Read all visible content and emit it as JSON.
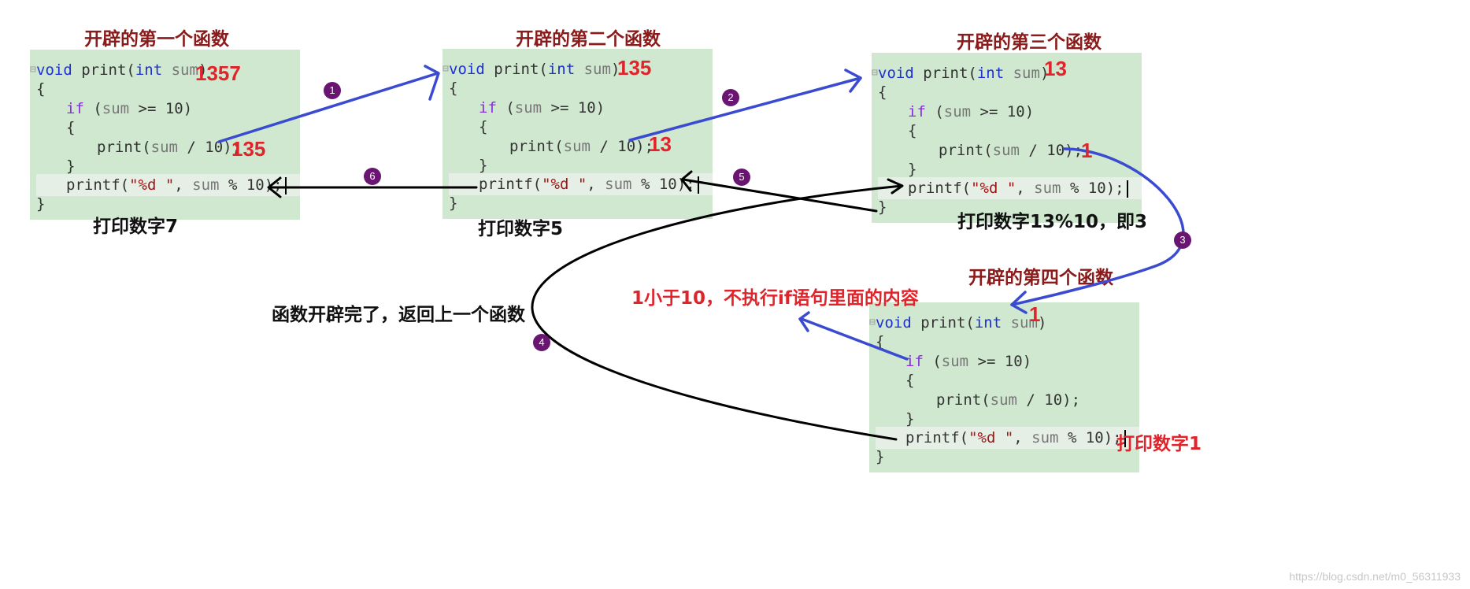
{
  "frames": [
    {
      "title": "开辟的第一个函数",
      "param_value": "1357",
      "inner_value": "135",
      "result_label": "打印数字7"
    },
    {
      "title": "开辟的第二个函数",
      "param_value": "135",
      "inner_value": "13",
      "result_label": "打印数字5"
    },
    {
      "title": "开辟的第三个函数",
      "param_value": "13",
      "inner_value": "1",
      "result_label": "打印数字13%10，即3"
    },
    {
      "title": "开辟的第四个函数",
      "param_value": "1",
      "result_label": "打印数字1"
    }
  ],
  "code": {
    "sig_void": "void",
    "sig_func": " print(",
    "sig_int": "int",
    "sig_param": " sum",
    "sig_close": ")",
    "open_brace": "{",
    "close_brace": "}",
    "if_kw": "if",
    "if_rest_1": " (",
    "if_sum": "sum",
    "if_rest_2": " >= 10)",
    "call_1": "print(",
    "call_sum": "sum",
    "call_2": " / 10);",
    "printf_1": "printf(",
    "printf_str": "\"%d \"",
    "printf_2": ", ",
    "printf_sum": "sum",
    "printf_3": " % 10);"
  },
  "annotations": {
    "not_execute": "1小于10，不执行if语句里面的内容",
    "return_note": "函数开辟完了，返回上一个函数"
  },
  "steps": [
    "1",
    "2",
    "3",
    "4",
    "5",
    "6"
  ],
  "watermark": "https://blog.csdn.net/m0_56311933",
  "colors": {
    "code_bg": "#cfe8cf",
    "title": "#8b1a1a",
    "red": "#e0242b",
    "blue_arrow": "#3b4bd1",
    "badge": "#6a1572"
  }
}
